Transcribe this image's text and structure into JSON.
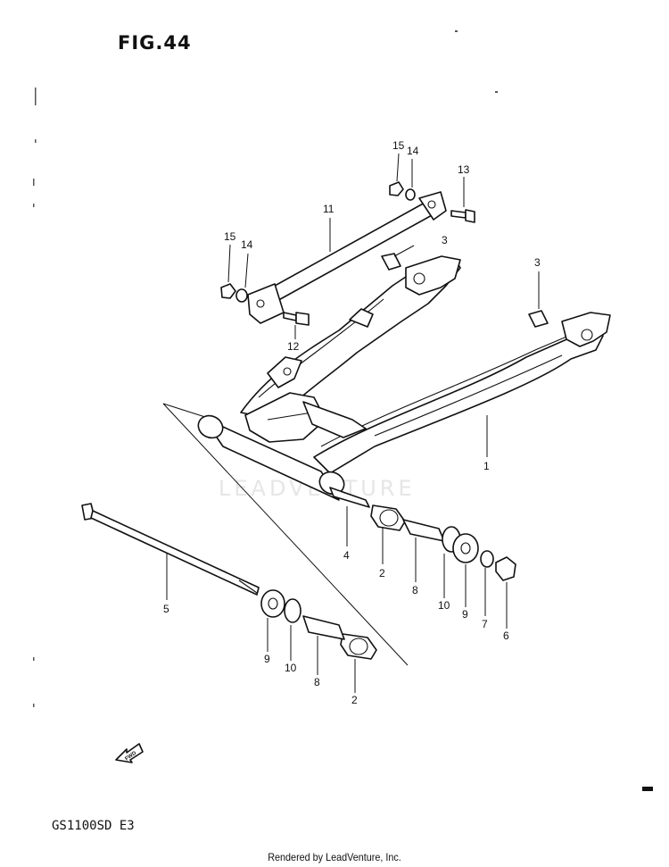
{
  "figure": {
    "title": "FIG.44",
    "model": "GS1100SD  E3"
  },
  "footer": {
    "text": "Rendered by LeadVenture, Inc."
  },
  "watermark": {
    "text": "LEADVENTURE"
  },
  "fwd_arrow": {
    "label": "FWD"
  },
  "callouts": {
    "c1": "1",
    "c2a": "2",
    "c2b": "2",
    "c3a": "3",
    "c3b": "3",
    "c4": "4",
    "c5": "5",
    "c6": "6",
    "c7": "7",
    "c8a": "8",
    "c8b": "8",
    "c9a": "9",
    "c9b": "9",
    "c10a": "10",
    "c10b": "10",
    "c11": "11",
    "c12": "12",
    "c13": "13",
    "c14a": "14",
    "c14b": "14",
    "c15a": "15",
    "c15b": "15"
  }
}
